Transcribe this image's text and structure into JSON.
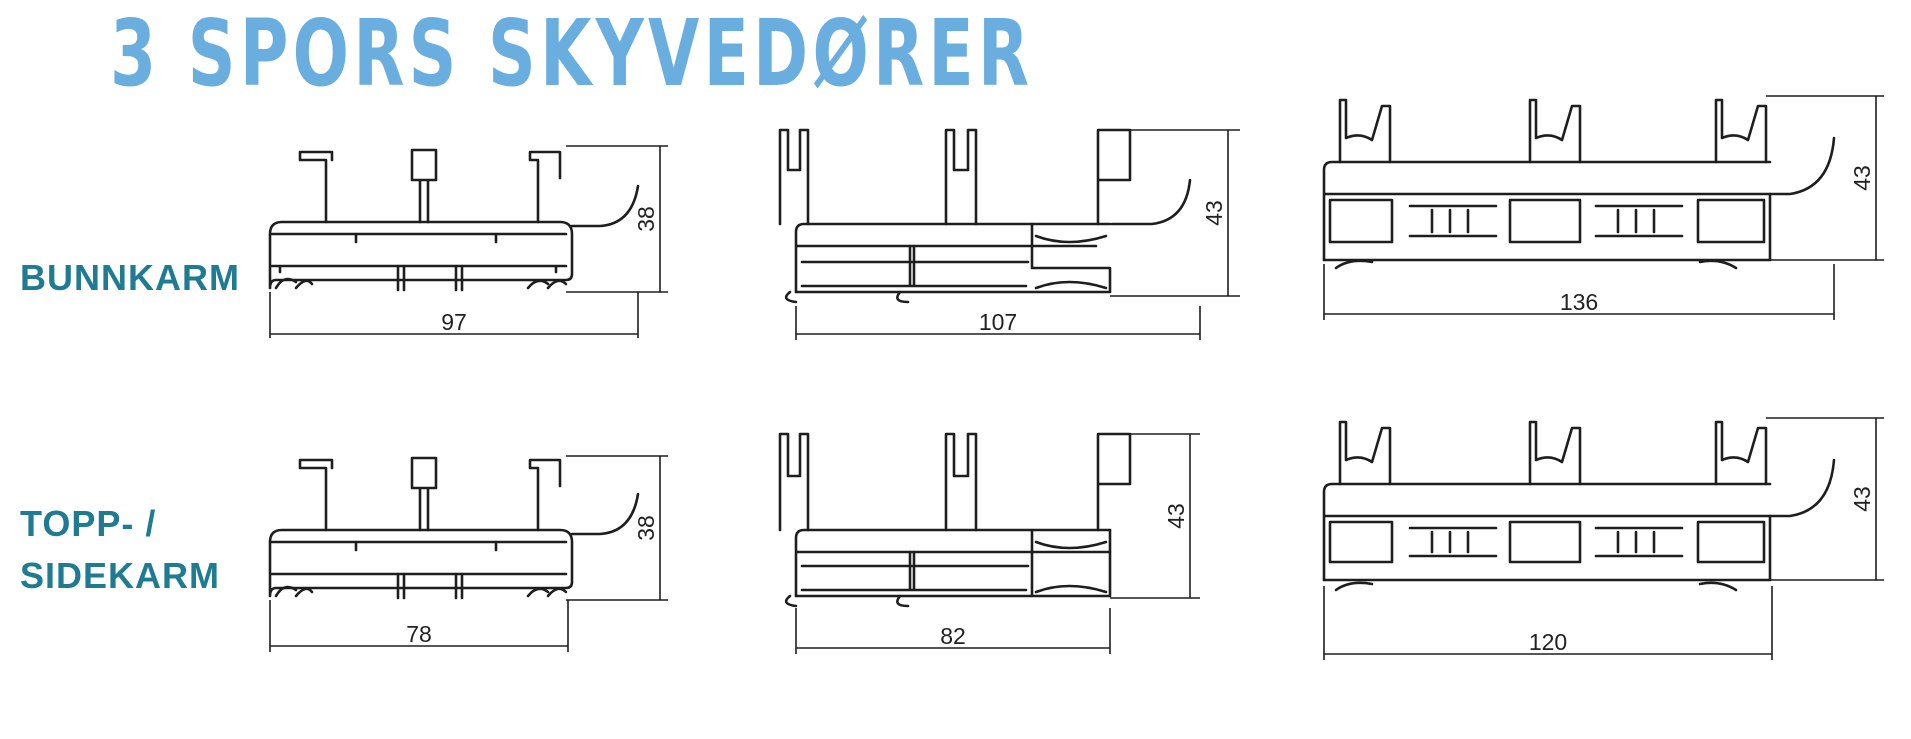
{
  "title": "3 SPORS SKYVEDØRER",
  "row_labels": {
    "bottom": "BUNNKARM",
    "top_line1": "TOPP- /",
    "top_line2": "SIDEKARM"
  },
  "profiles": [
    {
      "row": "bottom",
      "type": "simple",
      "width_label": "97",
      "height_label": "38"
    },
    {
      "row": "bottom",
      "type": "medium",
      "width_label": "107",
      "height_label": "43"
    },
    {
      "row": "bottom",
      "type": "complex",
      "width_label": "136",
      "height_label": "43"
    },
    {
      "row": "top",
      "type": "simple",
      "width_label": "78",
      "height_label": "38"
    },
    {
      "row": "top",
      "type": "medium",
      "width_label": "82",
      "height_label": "43"
    },
    {
      "row": "top",
      "type": "complex",
      "width_label": "120",
      "height_label": "43"
    }
  ]
}
